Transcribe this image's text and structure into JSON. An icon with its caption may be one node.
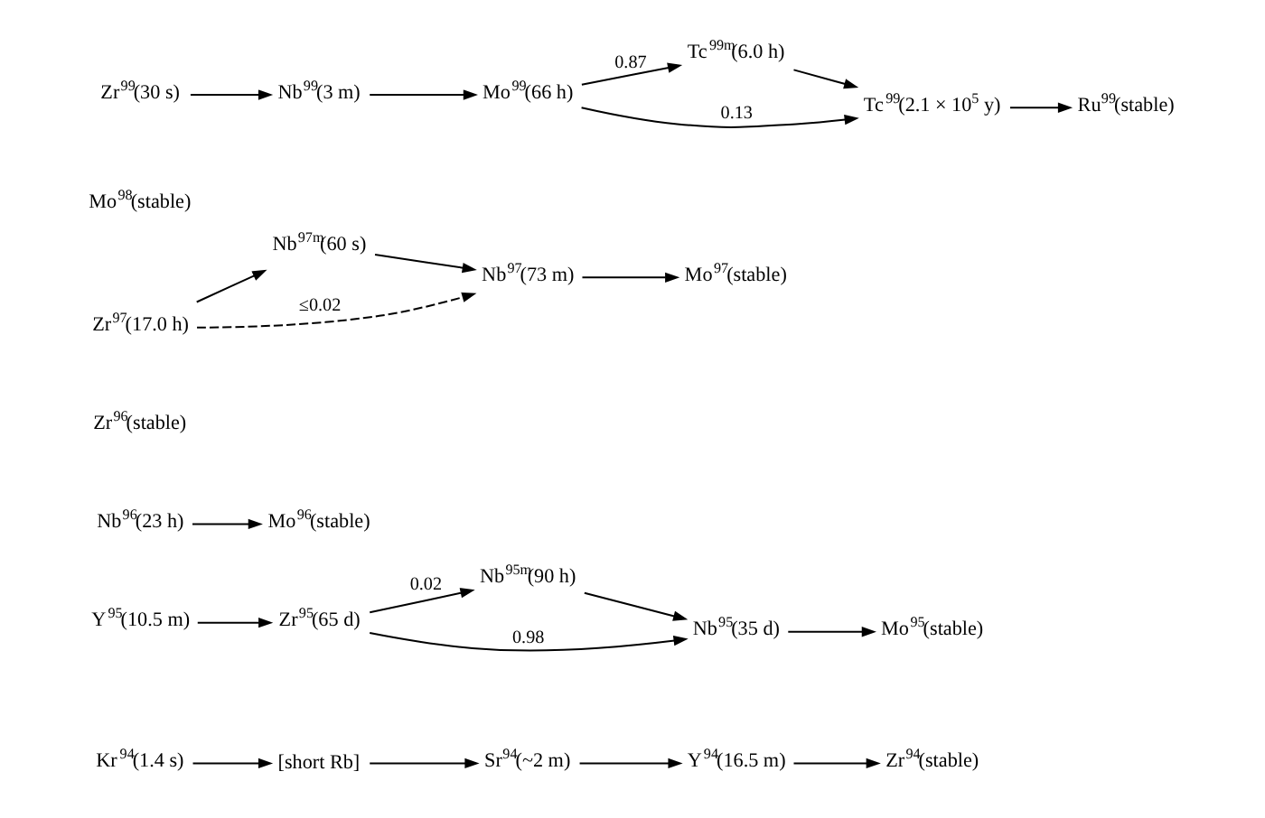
{
  "diagram": {
    "nodes": [
      {
        "text": [
          "Kr$^{94}$(1.4 s)"
        ]
      },
      {
        "text": [
          "[short Rb]"
        ]
      },
      {
        "text": [
          "Sr$^{94}$(~2 m)"
        ]
      },
      {
        "text": [
          "Y$^{94}$(16.5 m)"
        ]
      },
      {
        "text": [
          "Zr$^{94}$(stable)"
        ]
      },
      {
        "text": [
          "Y$^{95}$(10.5 m)"
        ]
      },
      {
        "text": [
          "Zr$^{95}$(65 d)"
        ]
      },
      {
        "text": [
          "Nb$^{95m}$(90 h)"
        ]
      },
      {
        "text": [
          "Nb$^{95}$(35 d)"
        ]
      },
      {
        "text": [
          "Mo$^{95}$(stable)"
        ]
      },
      {
        "text": [
          "Nb$^{96}$(23 h)"
        ]
      },
      {
        "text": [
          "Mo$^{96}$(stable)"
        ]
      },
      {
        "text": [
          "Zr$^{96}$(stable)"
        ]
      },
      {
        "text": [
          "Zr$^{97}$(17.0 h)"
        ]
      },
      {
        "text": [
          "Nb$^{97m}$(60 s)"
        ]
      },
      {
        "text": [
          "Nb$^{97}$(73 m)"
        ]
      },
      {
        "text": [
          "Mo$^{97}$(stable)"
        ]
      },
      {
        "text": [
          "Mo$^{98}$(stable)"
        ]
      },
      {
        "text": [
          "Zr$^{99}$(30 s)"
        ]
      },
      {
        "text": [
          "Nb$^{99}$(3 m)"
        ]
      },
      {
        "text": [
          "Mo$^{99}$(66 h)"
        ]
      },
      {
        "text": [
          "Tc$^{99m}$(6.0 h)"
        ]
      },
      {
        "text": [
          "Tc$^{99}$(2.1 × 10$^{5}$ y)"
        ]
      },
      {
        "text": [
          "Ru$^{99}$(stable)"
        ]
      }
    ],
    "edges": [
      {
        "from": 0,
        "to": 1,
        "arrow": "to"
      },
      {
        "from": 1,
        "to": 2,
        "arrow": "to"
      },
      {
        "from": 2,
        "to": 3,
        "arrow": "to"
      },
      {
        "from": 3,
        "to": 4,
        "arrow": "to"
      },
      {
        "from": 5,
        "to": 6,
        "arrow": "to"
      },
      {
        "from": 6,
        "to": 7,
        "arrow": "to",
        "label": "0.02"
      },
      {
        "from": 6,
        "to": 8,
        "arrow": "to",
        "label": "0.98"
      },
      {
        "from": 7,
        "to": 8,
        "arrow": "to"
      },
      {
        "from": 8,
        "to": 9,
        "arrow": "to"
      },
      {
        "from": 10,
        "to": 11,
        "arrow": "to"
      },
      {
        "from": 13,
        "to": 14,
        "arrow": "to"
      },
      {
        "from": 13,
        "to": 15,
        "arrow": "to",
        "label": "≤0.02",
        "style": "dashed"
      },
      {
        "from": 14,
        "to": 15,
        "arrow": "to"
      },
      {
        "from": 15,
        "to": 16,
        "arrow": "to"
      },
      {
        "from": 18,
        "to": 19,
        "arrow": "to"
      },
      {
        "from": 19,
        "to": 20,
        "arrow": "to"
      },
      {
        "from": 20,
        "to": 21,
        "arrow": "to",
        "label": "0.87"
      },
      {
        "from": 20,
        "to": 22,
        "arrow": "to",
        "label": "0.13"
      },
      {
        "from": 21,
        "to": 22,
        "arrow": "to"
      },
      {
        "from": 22,
        "to": 23,
        "arrow": "to"
      }
    ]
  }
}
